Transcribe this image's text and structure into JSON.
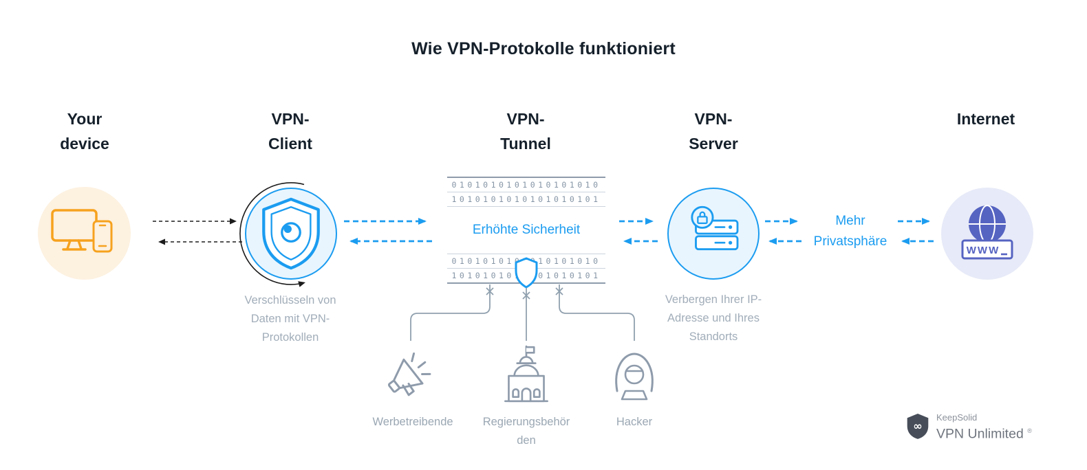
{
  "title": "Wie VPN-Protokolle funktioniert",
  "columns": {
    "device": {
      "label": "Your\ndevice"
    },
    "client": {
      "label": "VPN-\nClient",
      "caption": "Verschlüsseln von\nDaten mit VPN-\nProtokollen"
    },
    "tunnel": {
      "label": "VPN-\nTunnel",
      "security_text": "Erhöhte Sicherheit",
      "binary_rows": [
        "0101010101010101010",
        "1010101010101010101",
        "0101010101010101010",
        "1010101010101010101"
      ]
    },
    "server": {
      "label": "VPN-\nServer",
      "caption": "Verbergen Ihrer IP-\nAdresse und Ihres\nStandorts"
    },
    "internet": {
      "label": "Internet",
      "www_text": "WWW"
    }
  },
  "privacy_label": "Mehr\nPrivatsphäre",
  "threats": [
    {
      "id": "advertisers",
      "label": "Werbetreibende"
    },
    {
      "id": "government",
      "label": "Regierungsbehör\nden"
    },
    {
      "id": "hackers",
      "label": "Hacker"
    }
  ],
  "logo": {
    "company": "KeepSolid",
    "product": "VPN Unlimited",
    "registered_mark": "®"
  },
  "colors": {
    "accent_blue": "#1b9cf0",
    "orange": "#f6a21e",
    "indigo": "#5563c1",
    "caption_gray": "#a1adb9",
    "line_gray": "#8e9bab",
    "text_dark": "#15202b"
  }
}
